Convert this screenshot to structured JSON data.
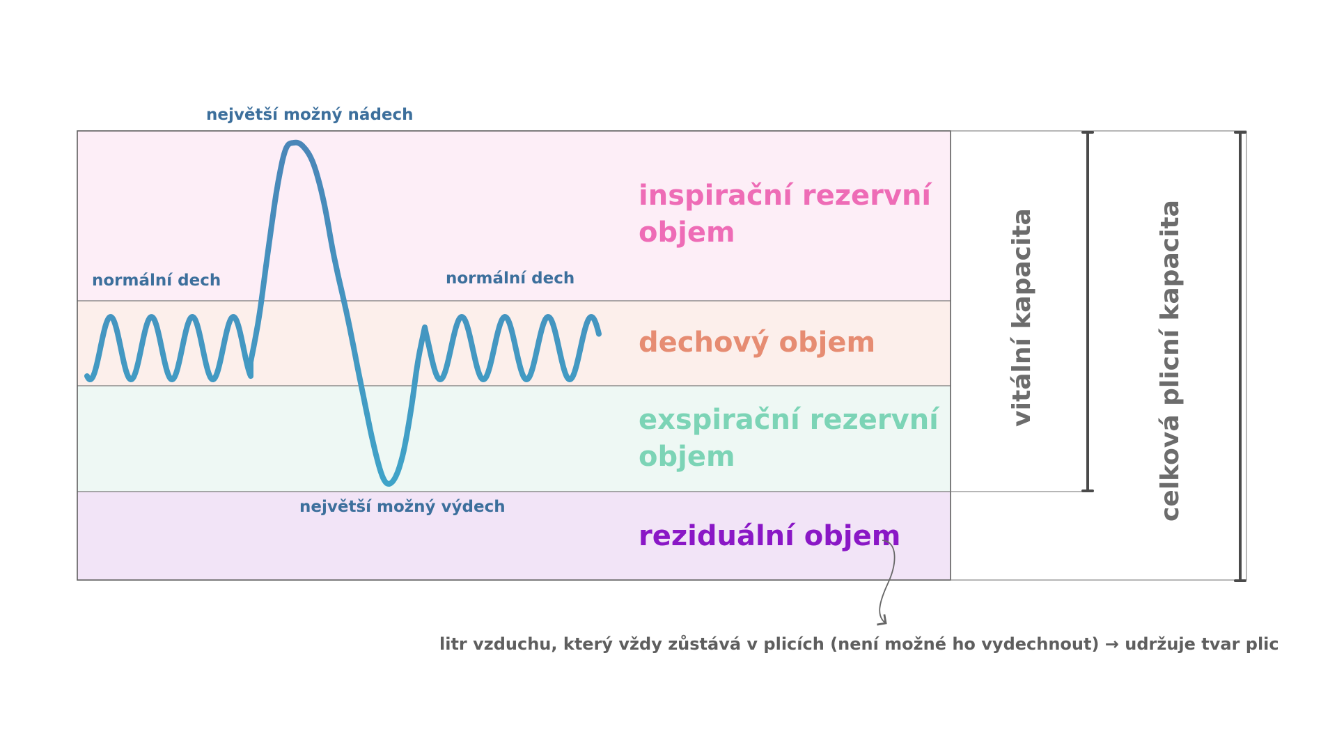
{
  "colors": {
    "wave": "#4a8fba",
    "wave_dark": "#3c6f9c",
    "frame": "#606060",
    "bracket": "#4a4a4a",
    "inspiratory_bg": "#fdeef7",
    "tidal_bg": "#fcefeb",
    "expiratory_bg": "#eef8f4",
    "residual_bg": "#f2e4f7",
    "inspiratory_text": "#ee6cb6",
    "tidal_text": "#e68c72",
    "expiratory_text": "#7cd4b6",
    "residual_text": "#8a17c6",
    "capacity_text": "#6c6c6c",
    "note_text": "#5e5e5e"
  },
  "wave_labels": {
    "max_inhale": "největší možný nádech",
    "normal_left": "normální dech",
    "normal_right": "normální dech",
    "max_exhale": "největší možný výdech"
  },
  "zones": {
    "inspiratory": {
      "line1": "inspirační rezervní",
      "line2": "objem"
    },
    "tidal": {
      "line1": "dechový objem"
    },
    "expiratory": {
      "line1": "exspirační rezervní",
      "line2": "objem"
    },
    "residual": {
      "line1": "reziduální objem"
    }
  },
  "capacities": {
    "vital": "vitální kapacita",
    "total": "celková plicní kapacita"
  },
  "note": {
    "text": "litr vzduchu, který vždy zůstává v plicích (není možné ho vydechnout) → udržuje tvar plic",
    "arrow_icon": "curved-arrow-icon"
  }
}
